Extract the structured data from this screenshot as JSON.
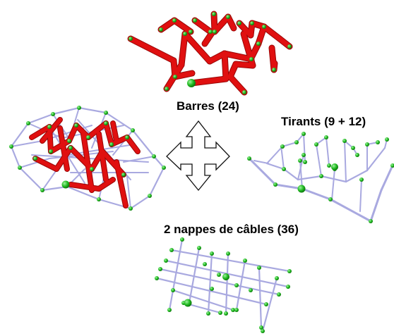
{
  "labels": {
    "bars": "Barres (24)",
    "ties": "Tirants (9 + 12)",
    "cables": "2 nappes de câbles (36)"
  },
  "colors": {
    "bar": "#e01010",
    "bar_shade": "#a00808",
    "cable": "#a9a9e0",
    "node": "#22bb22",
    "node_light": "#7ee87e",
    "arrow_stroke": "#111111",
    "arrow_fill": "#ffffff"
  },
  "icons": {
    "center": "four-way-arrow-icon"
  }
}
